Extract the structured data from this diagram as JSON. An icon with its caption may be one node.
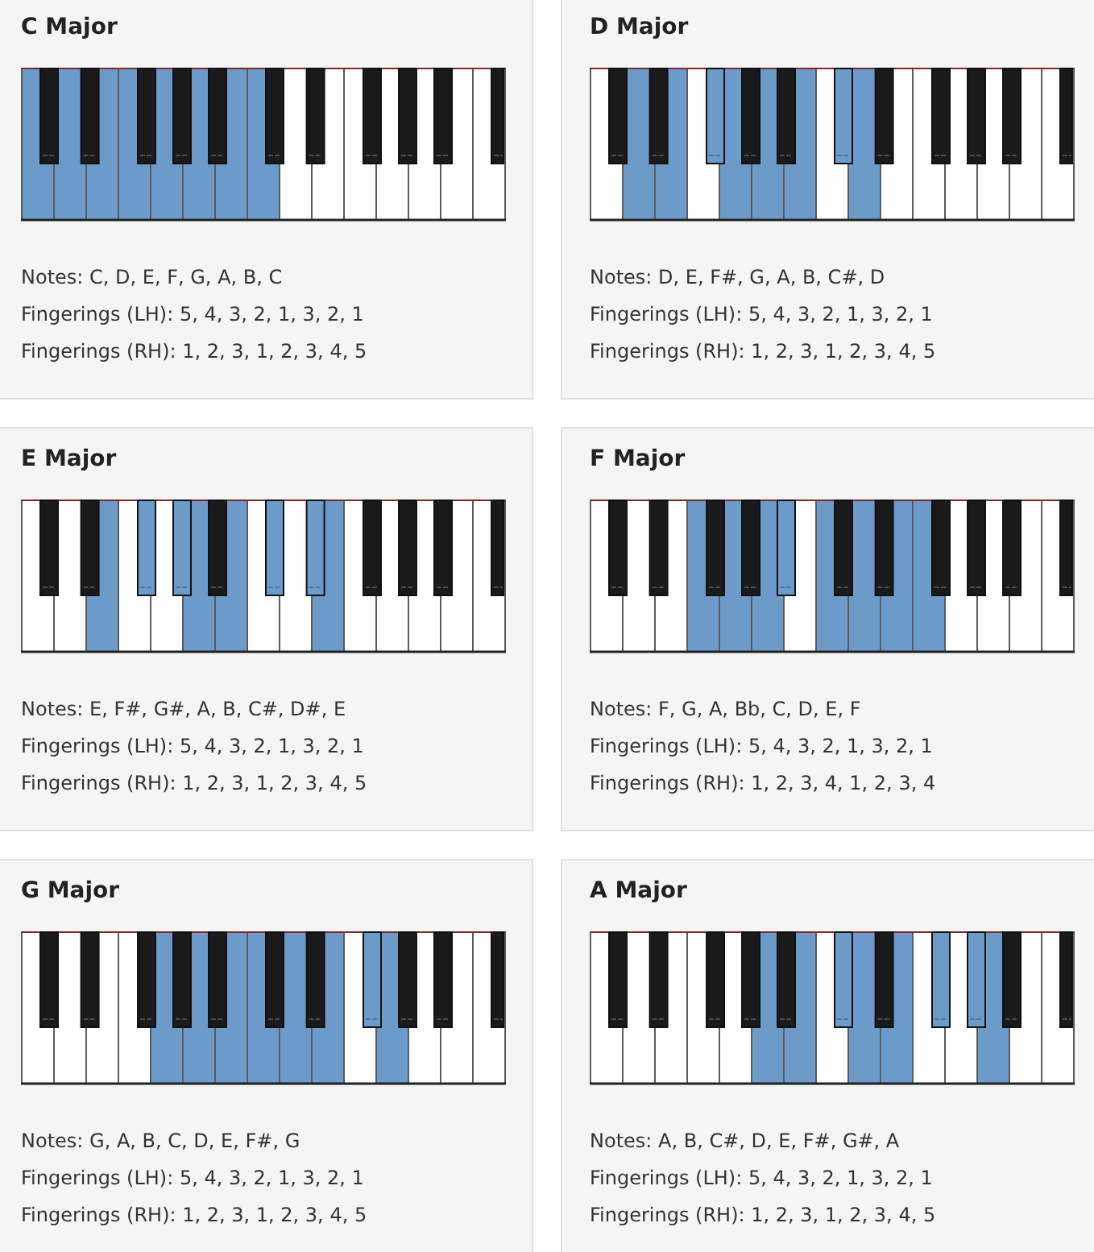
{
  "diagram": {
    "nodes": [
      {
        "text": [
          "C Major",
          "Notes: C, D, E, F, G, A, B, C",
          "Fingerings (LH): 5, 4, 3, 2, 1, 3, 2, 1",
          "Fingerings (RH): 1, 2, 3, 1, 2, 3, 4, 5"
        ]
      },
      {
        "text": [
          "D Major",
          "Notes: D, E, F#, G, A, B, C#, D",
          "Fingerings (LH): 5, 4, 3, 2, 1, 3, 2, 1",
          "Fingerings (RH): 1, 2, 3, 1, 2, 3, 4, 5"
        ]
      },
      {
        "text": [
          "E Major",
          "Notes: E, F#, G#, A, B, C#, D#, E",
          "Fingerings (LH): 5, 4, 3, 2, 1, 3, 2, 1",
          "Fingerings (RH): 1, 2, 3, 1, 2, 3, 4, 5"
        ]
      },
      {
        "text": [
          "F Major",
          "Notes: F, G, A, Bb, C, D, E, F",
          "Fingerings (LH): 5, 4, 3, 2, 1, 3, 2, 1",
          "Fingerings (RH): 1, 2, 3, 4, 1, 2, 3, 4"
        ]
      },
      {
        "text": [
          "G Major",
          "Notes: G, A, B, C, D, E, F#, G",
          "Fingerings (LH): 5, 4, 3, 2, 1, 3, 2, 1",
          "Fingerings (RH): 1, 2, 3, 1, 2, 3, 4, 5"
        ]
      },
      {
        "text": [
          "A Major",
          "Notes: A, B, C#, D, E, F#, G#, A",
          "Fingerings (LH): 5, 4, 3, 2, 1, 3, 2, 1",
          "Fingerings (RH): 1, 2, 3, 1, 2, 3, 4, 5"
        ]
      }
    ]
  }
}
